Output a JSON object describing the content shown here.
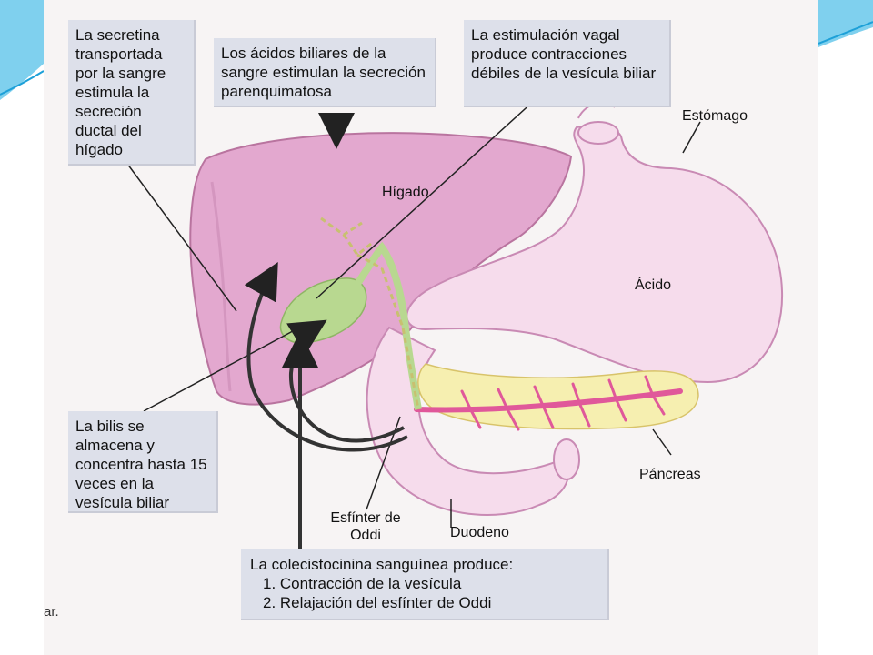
{
  "callouts": {
    "secretina": "La secretina transportada por la sangre estimula la secreción ductal del hígado",
    "acidos_biliares": "Los ácidos biliares de la sangre estimulan la secreción parenquimatosa",
    "estimulacion_vagal": "La estimulación vagal produce contracciones débiles de la vesícula biliar",
    "bilis": "La bilis se almacena y concentra hasta 15 veces en la vesícula biliar",
    "colecistocinina": {
      "title": "La colecistocinina sanguínea produce:",
      "items": [
        "1. Contracción de la vesícula",
        "2. Relajación del esfínter de Oddi"
      ]
    }
  },
  "labels": {
    "estomago": "Estómago",
    "higado": "Hígado",
    "acido": "Ácido",
    "pancreas": "Páncreas",
    "esfinter": "Esfínter de Oddi",
    "duodeno": "Duodeno"
  },
  "side_text": "ar.",
  "colors": {
    "liver": "#e3a8cf",
    "stomach": "#f6dcec",
    "gallbladder": "#b8d890",
    "pancreas_tissue": "#f6efb0",
    "ducts": "#e0589a",
    "callout_bg": "#dde0ea",
    "accent": "#1da0d8"
  }
}
